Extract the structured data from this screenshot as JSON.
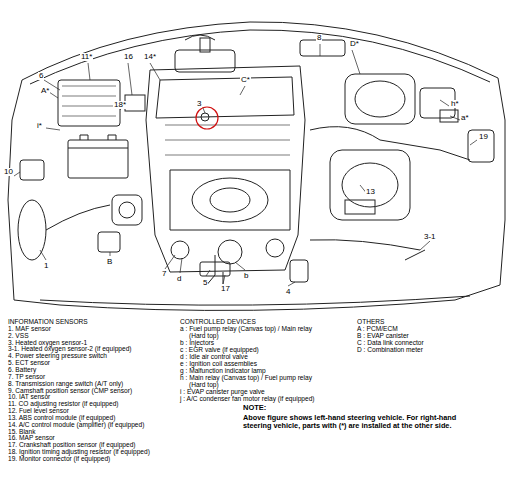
{
  "diagram": {
    "labels": [
      "6",
      "11*",
      "16",
      "14*",
      "C*",
      "8",
      "D*",
      "A*",
      "18*",
      "3",
      "i*",
      "10",
      "h*",
      "a*",
      "19",
      "13",
      "3-1",
      "1",
      "B",
      "7",
      "d",
      "5",
      "17",
      "b",
      "4",
      "INFORMATION SENSORS",
      "1. MAF sensor",
      "2. VSS",
      "3. Heated oxygen sensor-1",
      "3-1. Heated oxygen sensor-2 (if equipped)",
      "4. Power steering pressure switch",
      "5. ECT sensor",
      "6. Battery",
      "7. TP sensor",
      "8. Transmission range switch (A/T only)",
      "9. Camshaft position sensor (CMP sensor)",
      "10. IAT sensor",
      "11. CO adjusting resistor (if equipped)",
      "12. Fuel level sensor",
      "13. ABS control module (if equipped)",
      "14. A/C control module (amplifier) (if equipped)",
      "15. Blank",
      "16. MAP sensor",
      "17. Crankshaft position sensor (if equipped)",
      "18. Ignition timing adjusting resistor (if equipped)",
      "19. Monitor connector (if equipped)",
      "CONTROLLED DEVICES",
      "a : Fuel pump relay (Canvas top) / Main relay (Hard top)",
      "b : Injectors",
      "c : EGR valve (if equipped)",
      "d : Idle air control valve",
      "e : Ignition coil assemblies",
      "g : Malfunction indicator lamp",
      "h : Main relay (Canvas top) / Fuel pump relay (Hard top)",
      "i : EVAP canister purge valve",
      "j : A/C condenser fan motor relay (if equipped)",
      "OTHERS",
      "A : PCM/ECM",
      "B : EVAP canister",
      "C : Data link connector",
      "D : Combination meter",
      "NOTE:",
      "Above figure shows left-hand steering vehicle. For right-hand steering vehicle, parts with (*) are installed at the other side."
    ]
  }
}
